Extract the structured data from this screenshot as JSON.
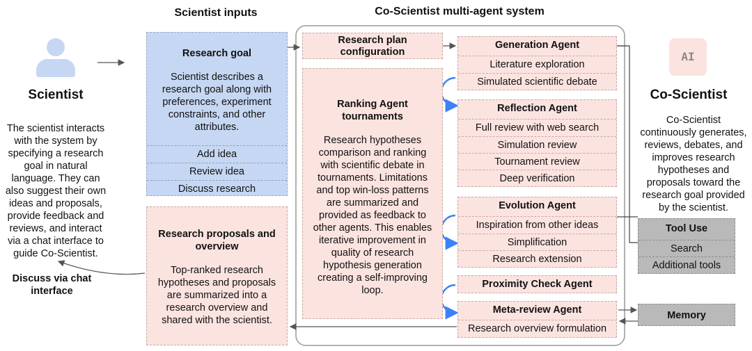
{
  "headings": {
    "inputs": "Scientist inputs",
    "system": "Co-Scientist multi-agent system"
  },
  "scientist": {
    "avatar_icon": "person-icon",
    "title": "Scientist",
    "description": "The scientist interacts with the system by specifying a research goal in natural language. They can also suggest their own ideas and proposals, provide feedback and reviews, and interact via a chat interface to guide Co-Scientist.",
    "chat_label": "Discuss via chat interface"
  },
  "research_goal": {
    "title": "Research goal",
    "description": "Scientist describes a research goal along with preferences, experiment constraints, and other attributes.",
    "actions": [
      "Add idea",
      "Review idea",
      "Discuss research"
    ]
  },
  "proposals": {
    "title": "Research proposals and overview",
    "description": "Top-ranked research hypotheses and proposals are summarized into a research overview and shared with the scientist."
  },
  "plan_config": {
    "title": "Research plan configuration"
  },
  "ranking": {
    "title": "Ranking Agent tournaments",
    "description": "Research hypotheses comparison and ranking with scientific debate in tournaments. Limitations and top win-loss patterns are summarized and provided as feedback to other agents. This enables iterative improvement in quality of research hypothesis generation creating a self-improving  loop."
  },
  "agents": {
    "generation": {
      "title": "Generation Agent",
      "items": [
        "Literature exploration",
        "Simulated scientific debate"
      ]
    },
    "reflection": {
      "title": "Reflection Agent",
      "items": [
        "Full review with web search",
        "Simulation review",
        "Tournament review",
        "Deep verification"
      ]
    },
    "evolution": {
      "title": "Evolution Agent",
      "items": [
        "Inspiration from other ideas",
        "Simplification",
        "Research extension"
      ]
    },
    "proximity": {
      "title": "Proximity Check Agent"
    },
    "meta_review": {
      "title": "Meta-review Agent",
      "items": [
        "Research overview formulation"
      ]
    }
  },
  "coscientist": {
    "logo_text": "AI",
    "title": "Co-Scientist",
    "description": "Co-Scientist continuously generates, reviews, debates, and improves research hypotheses and proposals toward the research goal provided by the scientist."
  },
  "tool_use": {
    "title": "Tool Use",
    "items": [
      "Search",
      "Additional tools"
    ]
  },
  "memory": {
    "title": "Memory"
  },
  "colors": {
    "pink": "#fbe3e0",
    "blue": "#c6d7f3",
    "grey": "#b9b9b9",
    "loop_arrow": "#3b82f6"
  }
}
